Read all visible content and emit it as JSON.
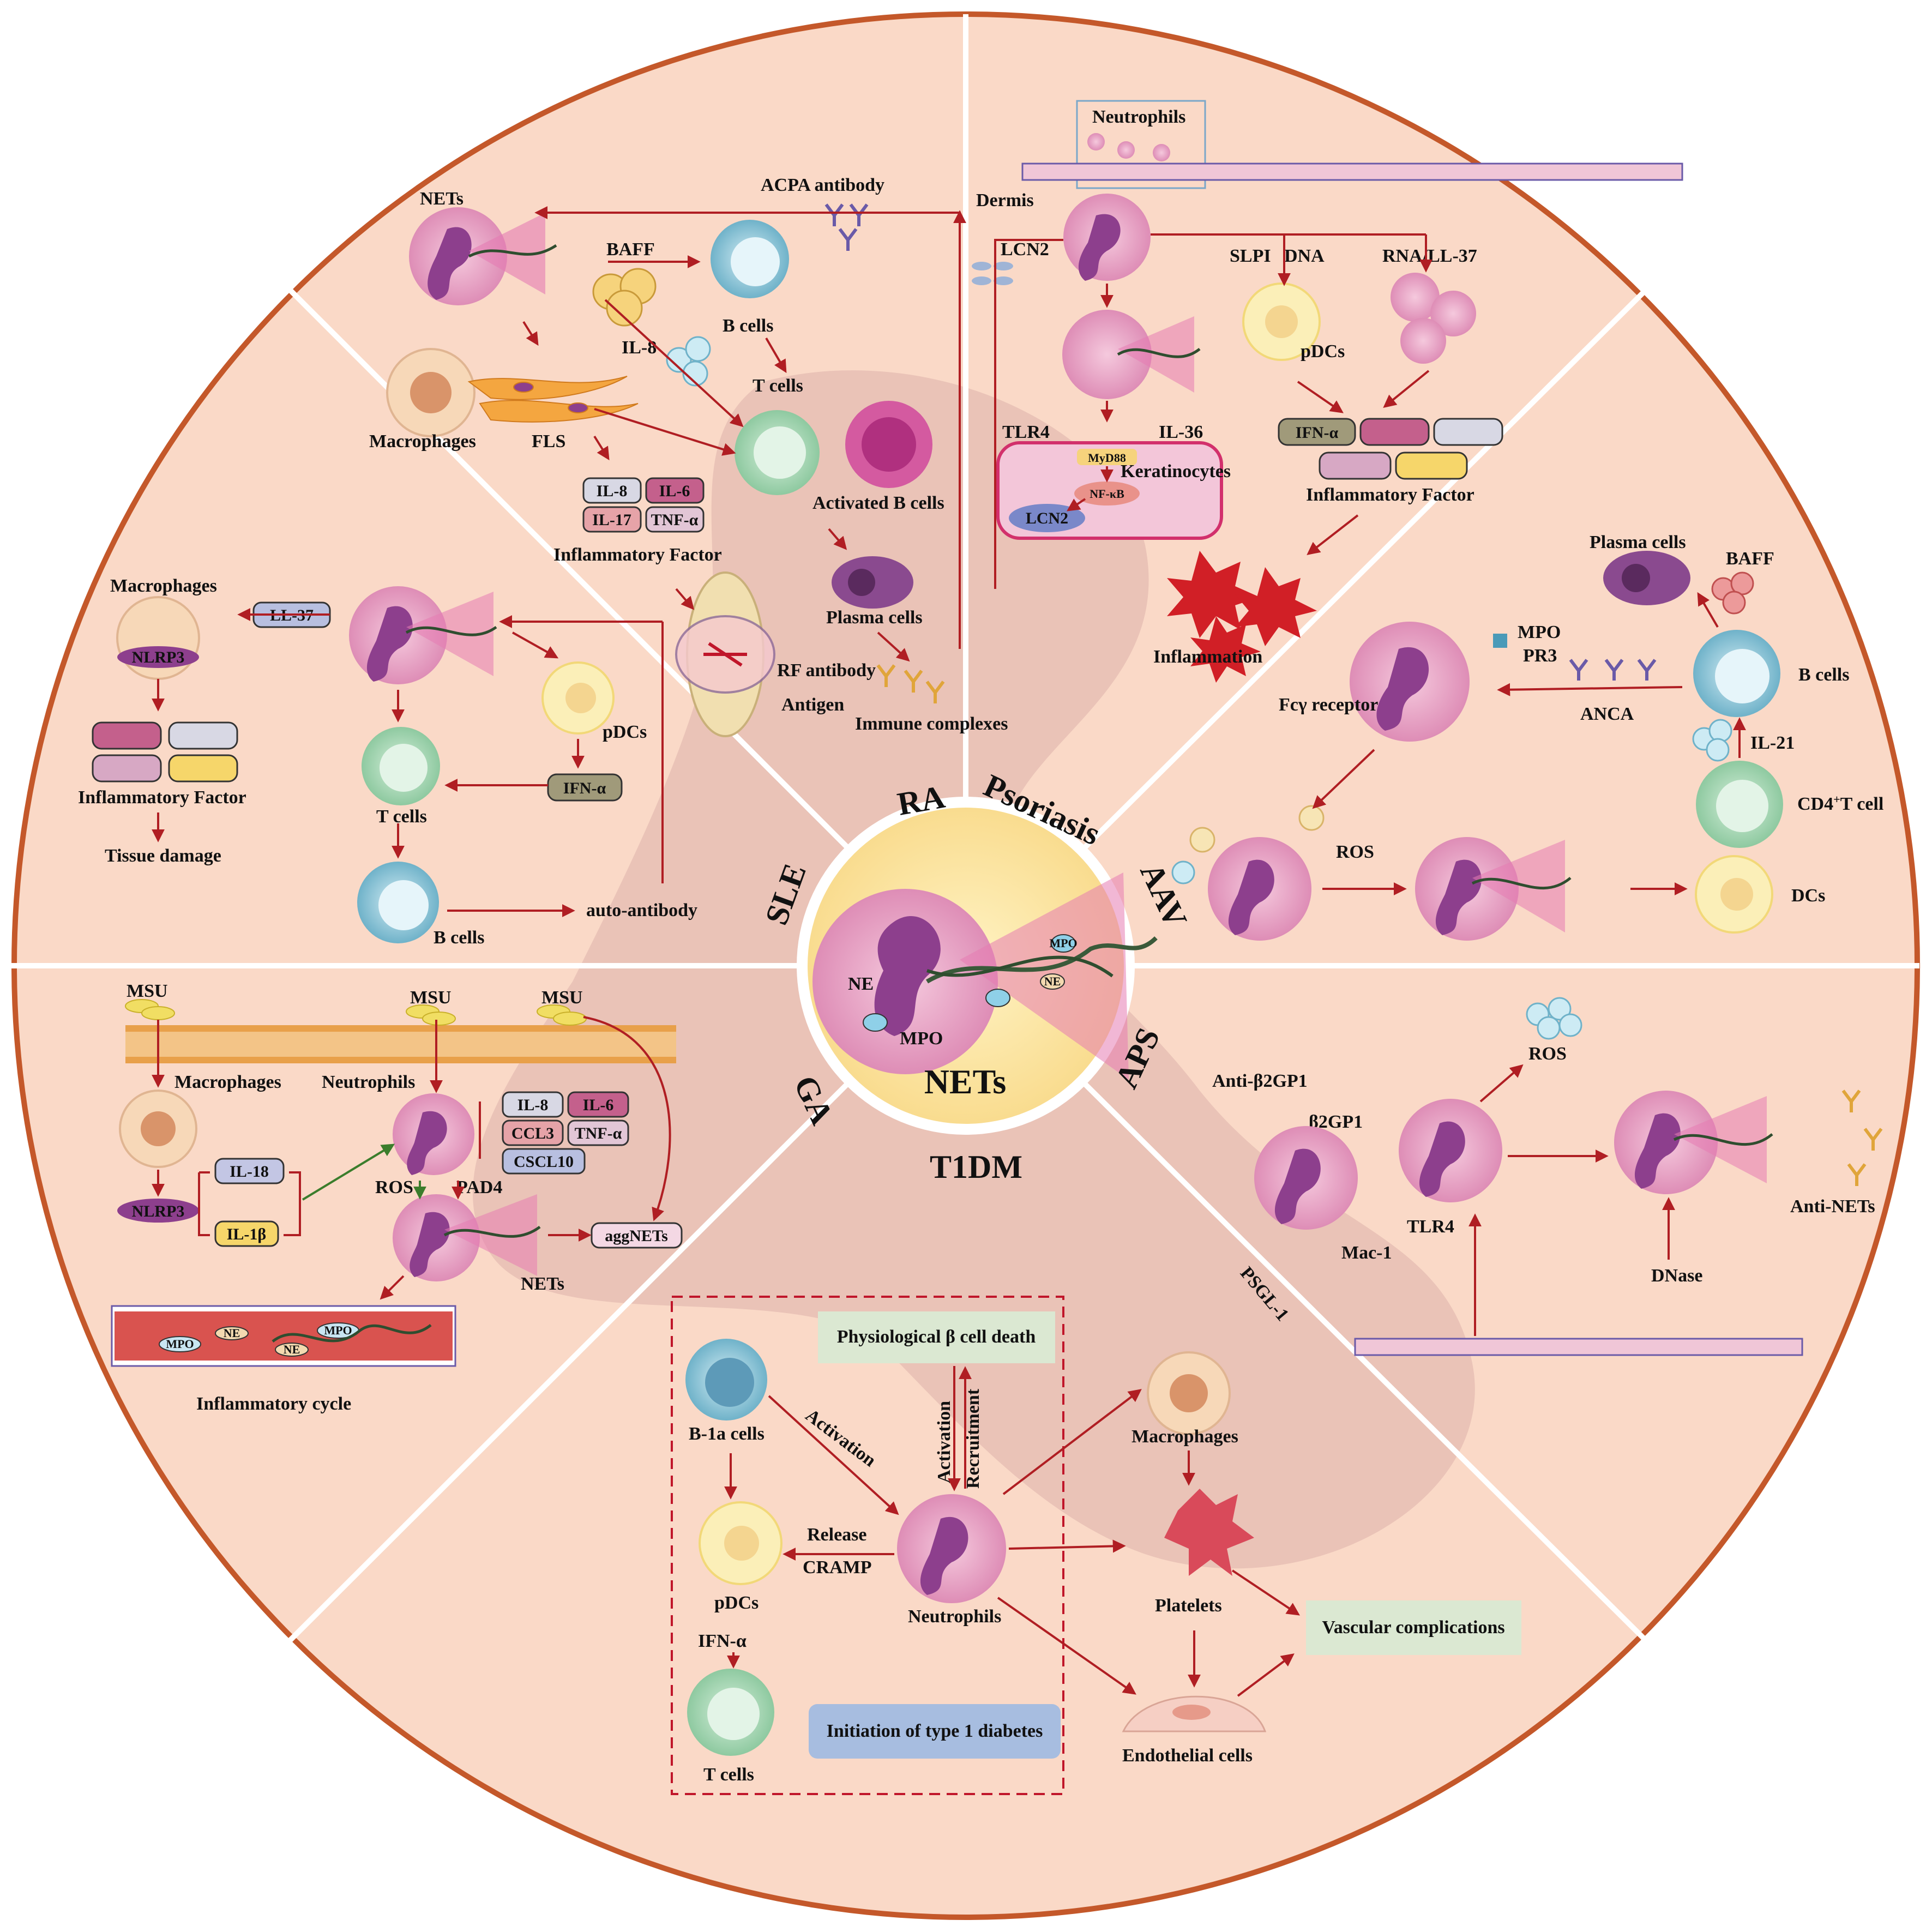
{
  "colors": {
    "background": "#fad9c7",
    "ring": "#c4582a",
    "center_fill": "#fbe7a6",
    "shadow": "#cc9a9a",
    "arrow": "#b01e23",
    "neutrophil": "#e9a6c6",
    "b_cell": "#8cc4d6",
    "t_cell": "#9ad2a8",
    "pdc": "#fbefb8"
  },
  "center": {
    "title": "NETs",
    "ne": "NE",
    "mpo": "MPO",
    "mpo_small": "MPO"
  },
  "sectors": {
    "ra": "RA",
    "psoriasis": "Psoriasis",
    "aav": "AAV",
    "aps": "APS",
    "t1dm": "T1DM",
    "ga": "GA",
    "sle": "SLE"
  },
  "ra": {
    "nets": "NETs",
    "acpa": "ACPA antibody",
    "baff": "BAFF",
    "b_cells": "B cells",
    "il8": "IL-8",
    "t_cells": "T cells",
    "macrophages": "Macrophages",
    "fls": "FLS",
    "activated_b": "Activated B cells",
    "plasma": "Plasma cells",
    "rf": "RF antibody",
    "antigen": "Antigen",
    "immune_complexes": "Immune complexes",
    "inflammatory_factor": "Inflammatory Factor",
    "cytokines": [
      "IL-8",
      "IL-6",
      "IL-17",
      "TNF-α"
    ]
  },
  "psoriasis": {
    "neutrophils": "Neutrophils",
    "dermis": "Dermis",
    "lcn2": "LCN2",
    "slpi": "SLPI",
    "dna": "DNA",
    "rna_ll37": "RNA/LL-37",
    "pdcs": "pDCs",
    "tlr4": "TLR4",
    "il36": "IL-36",
    "myd88": "MyD88",
    "nfkb": "NF-κB",
    "keratinocytes": "Keratinocytes",
    "lcn2_box": "LCN2",
    "ifn": "IFN-α",
    "inflammatory_factor": "Inflammatory Factor",
    "inflammation": "Inflammation"
  },
  "aav": {
    "plasma": "Plasma cells",
    "baff": "BAFF",
    "mpo": "MPO",
    "pr3": "PR3",
    "b_cells": "B cells",
    "fcg": "Fcγ receptor",
    "anca": "ANCA",
    "il21": "IL-21",
    "cd4": "CD4",
    "cd4_sup": "+",
    "cd4_suffix": "T cell",
    "ros": "ROS",
    "dcs": "DCs"
  },
  "sle": {
    "macrophages": "Macrophages",
    "ll37": "LL-37",
    "nlrp3": "NLRP3",
    "inflammatory_factor": "Inflammatory Factor",
    "tissue_damage": "Tissue damage",
    "pdcs": "pDCs",
    "ifn": "IFN-α",
    "t_cells": "T cells",
    "b_cells": "B cells",
    "auto_antibody": "auto-antibody"
  },
  "ga": {
    "msu1": "MSU",
    "msu2": "MSU",
    "msu3": "MSU",
    "macrophages": "Macrophages",
    "neutrophils": "Neutrophils",
    "nlrp3": "NLRP3",
    "il18": "IL-18",
    "il1b": "IL-1β",
    "ros": "ROS",
    "pad4": "PAD4",
    "nets": "NETs",
    "aggnets": "aggNETs",
    "cytokines": [
      "IL-8",
      "IL-6",
      "CCL3",
      "TNF-α",
      "CSCL10"
    ],
    "inflammatory_cycle": "Inflammatory cycle",
    "ne": "NE",
    "mpo": "MPO"
  },
  "aps": {
    "anti_b2gp1": "Anti-β2GP1",
    "b2gp1": "β2GP1",
    "psgl1": "PSGL-1",
    "mac1": "Mac-1",
    "tlr4": "TLR4",
    "ros": "ROS",
    "anti_nets": "Anti-NETs",
    "dnase": "DNase"
  },
  "t1dm": {
    "physiological": "Physiological β cell death",
    "b1a": "B-1a cells",
    "activation1": "Activation",
    "activation2": "Activation",
    "recruitment": "Recruitment",
    "release": "Release",
    "cramp": "CRAMP",
    "pdcs": "pDCs",
    "ifn": "IFN-α",
    "t_cells": "T cells",
    "neutrophils": "Neutrophils",
    "initiation": "Initiation of type 1 diabetes",
    "macrophages": "Macrophages",
    "platelets": "Platelets",
    "endothelial": "Endothelial cells",
    "vascular": "Vascular complications"
  }
}
